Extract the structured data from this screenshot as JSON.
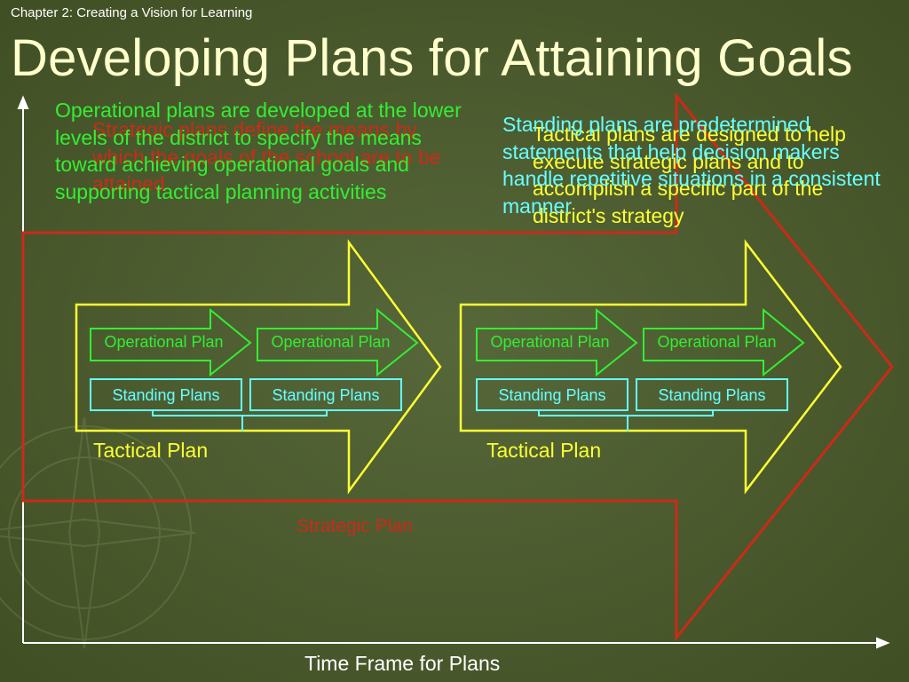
{
  "header": {
    "chapter": "Chapter 2: Creating a Vision for Learning",
    "title": "Developing Plans for Attaining Goals"
  },
  "descriptions": {
    "strategic": "Strategic plans define the means by which the goals of the school are to be attained",
    "operational": "Operational plans are developed at the lower levels of the district to specify the means toward achieving operational goals and supporting tactical planning activities",
    "tactical": "Tactical plans are designed to help execute strategic plans and to accomplish a specific part of the district's strategy",
    "standing": "Standing plans are predetermined statements that help decision makers handle repetitive situations in a consistent manner"
  },
  "diagram": {
    "strategic_label": "Strategic Plan",
    "groups": [
      {
        "tactical_label": "Tactical Plan",
        "operational": [
          "Operational Plan",
          "Operational Plan"
        ],
        "standing": [
          "Standing Plans",
          "Standing Plans"
        ]
      },
      {
        "tactical_label": "Tactical Plan",
        "operational": [
          "Operational Plan",
          "Operational Plan"
        ],
        "standing": [
          "Standing Plans",
          "Standing Plans"
        ]
      }
    ],
    "x_axis_label": "Time Frame for Plans"
  },
  "colors": {
    "background": "#4a5a2c",
    "strategic": "#cc2a18",
    "tactical": "#ffff33",
    "operational": "#33ee33",
    "standing": "#66ffff",
    "title": "#ffffcc"
  }
}
